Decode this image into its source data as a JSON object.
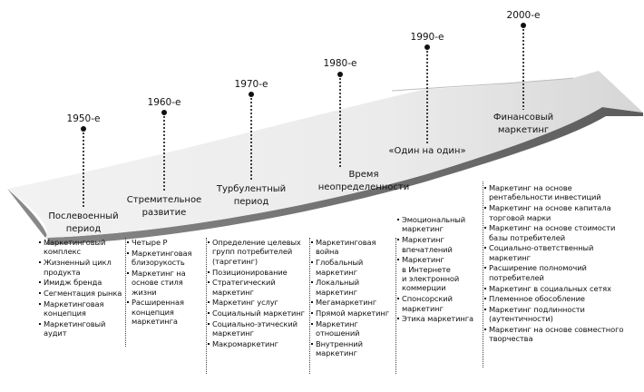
{
  "eras": [
    {
      "year": "1950-е",
      "label": "Послевоенный\nпериод",
      "items": [
        "Маркетинговый\nкомплекс",
        "Жизненный цикл\nпродукта",
        "Имидж бренда",
        "Сегментация рынка",
        "Маркетинговая\nконцепция",
        "Маркетинговый\nаудит"
      ]
    },
    {
      "year": "1960-е",
      "label": "Стремительное\nразвитие",
      "items": [
        "Четыре Р",
        "Маркетинговая\nблизорукость",
        "Маркетинг на\nоснове стиля\nжизни",
        "Расширенная\nконцепция\nмаркетинга"
      ]
    },
    {
      "year": "1970-е",
      "label": "Турбулентный\nпериод",
      "items": [
        "Определение целевых\nгрупп потребителей\n(таргетинг)",
        "Позиционирование",
        "Стратегический\nмаркетинг",
        "Маркетинг услуг",
        "Социальный маркетинг",
        "Социально-этический\nмаркетинг",
        "Макромаркетинг"
      ]
    },
    {
      "year": "1980-е",
      "label": "Время\nнеопределенности",
      "items": [
        "Маркетинговая\nвойна",
        "Глобальный\nмаркетинг",
        "Локальный\nмаркетинг",
        "Мегамаркетинг",
        "Прямой маркетинг",
        "Маркетинг\nотношений",
        "Внутренний\nмаркетинг"
      ]
    },
    {
      "year": "1990-е",
      "label": "«Один на один»",
      "items": [
        "Эмоциональный\nмаркетинг",
        "Маркетинг\nвпечатлений",
        "Маркетинг\nв Интернете\nи электронной\nкоммерции",
        "Спонсорский\nмаркетинг",
        "Этика маркетинга"
      ]
    },
    {
      "year": "2000-е",
      "label": "Финансовый\nмаркетинг",
      "items": [
        "Маркетинг на основе\nрентабельности инвестиций",
        "Маркетинг на основе капитала\nторговой марки",
        "Маркетинг на основе стоимости\nбазы потребителей",
        "Социально-ответственный\nмаркетинг",
        "Расширение полномочий\nпотребителей",
        "Маркетинг в социальных сетях",
        "Племенное обособление",
        "Маркетинг подлинности\n(аутентичности)",
        "Маркетинг на основе совместного\nтворчества"
      ]
    }
  ],
  "colors": {
    "arrow_top": "#ececec",
    "arrow_top_far": "#d6d6d6",
    "arrow_edge": "#6e6e6e",
    "stem": "#111111"
  }
}
